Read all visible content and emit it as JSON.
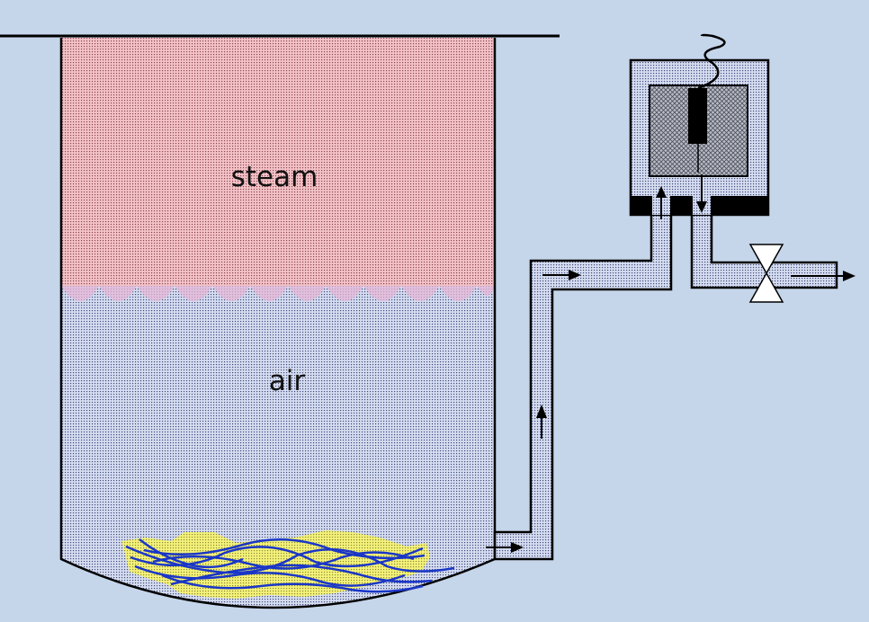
{
  "labels": {
    "steam": "steam",
    "air": "air"
  },
  "colors": {
    "background": "#c5d5ea",
    "steam_fill": "#e9aeb4",
    "air_fill": "#c3cdea",
    "load_fill": "#f1ef6c",
    "wire": "#1a36c8",
    "outline": "#000000"
  },
  "icons": [
    "flow-arrow",
    "valve-icon",
    "temperature-sensor-icon"
  ]
}
